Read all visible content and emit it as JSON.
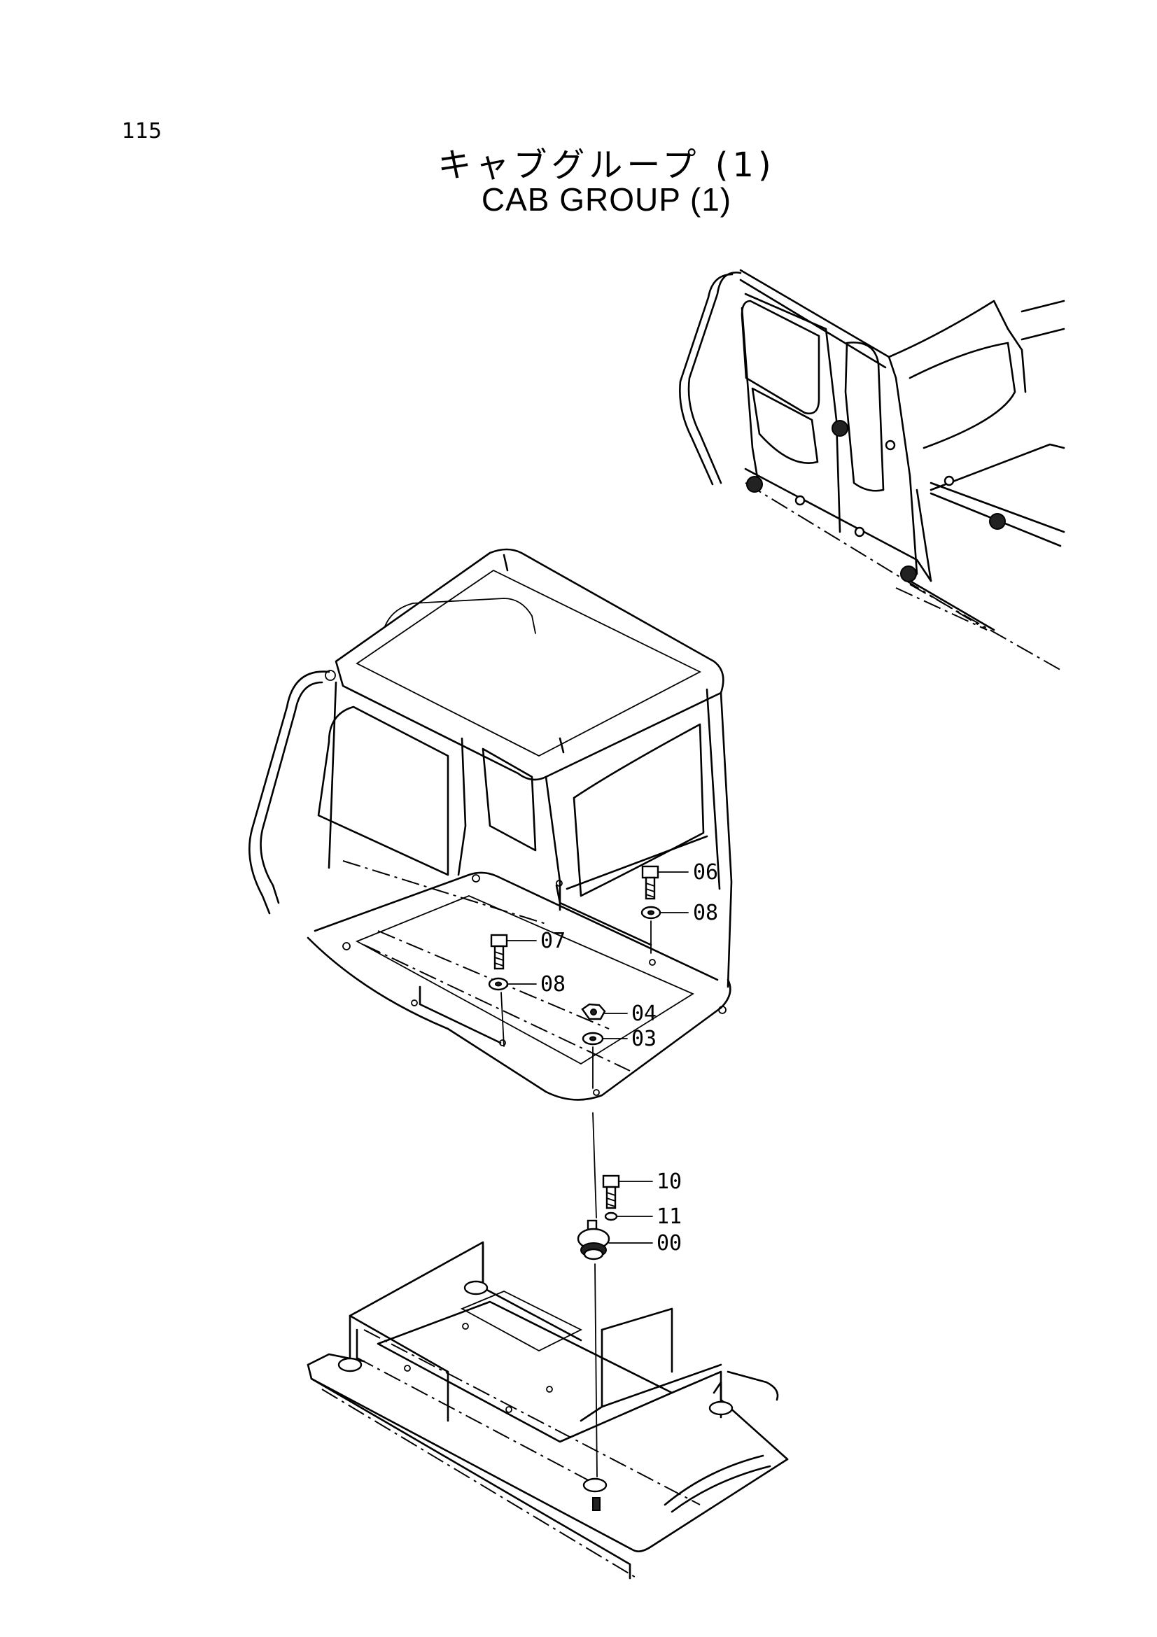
{
  "page": {
    "number": "115"
  },
  "title": {
    "japanese": "キャブグループ (1)",
    "english": "CAB GROUP (1)"
  },
  "callouts": [
    {
      "id": "06",
      "label": "06"
    },
    {
      "id": "08a",
      "label": "08"
    },
    {
      "id": "07",
      "label": "07"
    },
    {
      "id": "08b",
      "label": "08"
    },
    {
      "id": "04",
      "label": "04"
    },
    {
      "id": "03",
      "label": "03"
    },
    {
      "id": "10",
      "label": "10"
    },
    {
      "id": "11",
      "label": "11"
    },
    {
      "id": "00",
      "label": "00"
    }
  ]
}
